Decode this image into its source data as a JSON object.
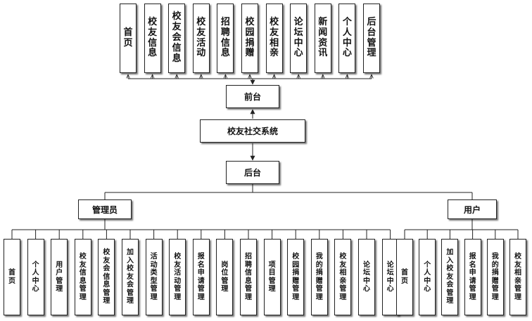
{
  "front": {
    "label": "前台",
    "modules": [
      "首页",
      "校友信息",
      "校友会信息",
      "校友活动",
      "招聘信息",
      "校园捐赠",
      "校友相亲",
      "论坛中心",
      "新闻资讯",
      "个人中心",
      "后台管理"
    ]
  },
  "system": {
    "label": "校友社交系统"
  },
  "back": {
    "label": "后台"
  },
  "admin": {
    "label": "管理员",
    "modules": [
      "首页",
      "个人中心",
      "用户管理",
      "校友信息管理",
      "校友会信息管理",
      "加入校友会管理",
      "活动类型管理",
      "校友活动管理",
      "报名申请管理",
      "岗位管理",
      "招聘信息管理",
      "项目管理",
      "校园捐赠管理",
      "我的捐赠管理",
      "校友相亲管理",
      "论坛中心",
      "论坛中心"
    ]
  },
  "user": {
    "label": "用户",
    "modules": [
      "首页",
      "个人中心",
      "加入校友会管理",
      "报名申请管理",
      "我的捐赠管理",
      "校友相亲管理"
    ]
  }
}
